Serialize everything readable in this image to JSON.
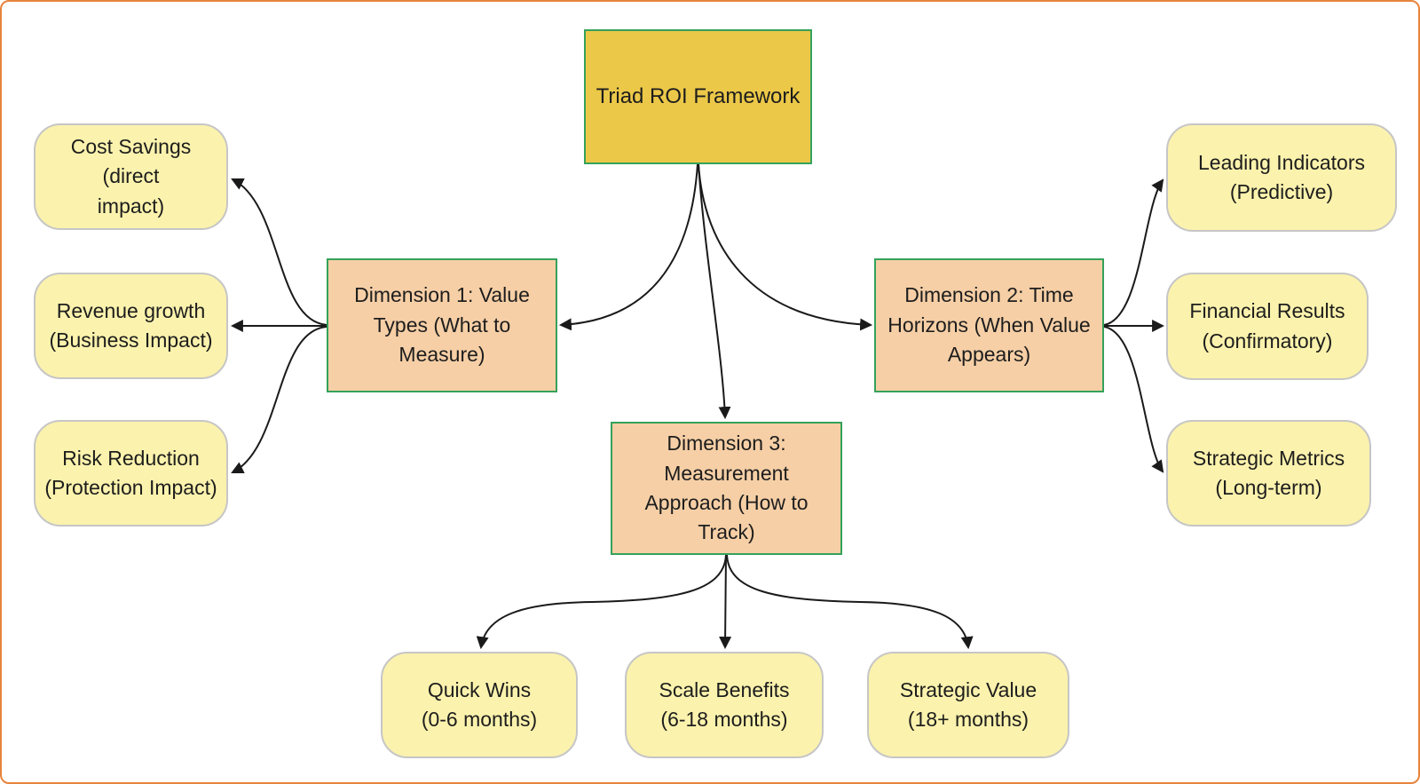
{
  "page": {
    "background": "#ffffff",
    "frame_border_color": "#e8843d"
  },
  "colors": {
    "root_fill": "#ecc849",
    "root_border": "#35a25a",
    "dimension_fill": "#f6cfa6",
    "dimension_border": "#35a25a",
    "leaf_fill": "#fbf2ad",
    "leaf_border": "#c6c6c6",
    "edge": "#1a1a1a",
    "text": "#1d1d1d"
  },
  "nodes": {
    "root": {
      "label": "Triad ROI Framework"
    },
    "dim1": {
      "label": "Dimension 1: Value\nTypes (What to\nMeasure)"
    },
    "dim2": {
      "label": "Dimension 2: Time\nHorizons (When Value\nAppears)"
    },
    "dim3": {
      "label": "Dimension 3:\nMeasurement\nApproach (How to\nTrack)"
    },
    "cost_savings": {
      "label": "Cost Savings (direct\nimpact)"
    },
    "revenue_growth": {
      "label": "Revenue growth\n(Business Impact)"
    },
    "risk_reduction": {
      "label": "Risk Reduction\n(Protection Impact)"
    },
    "leading_indicators": {
      "label": "Leading Indicators\n(Predictive)"
    },
    "financial_results": {
      "label": "Financial Results\n(Confirmatory)"
    },
    "strategic_metrics": {
      "label": "Strategic Metrics\n(Long-term)"
    },
    "quick_wins": {
      "label": "Quick Wins\n(0-6 months)"
    },
    "scale_benefits": {
      "label": "Scale Benefits\n(6-18 months)"
    },
    "strategic_value": {
      "label": "Strategic Value\n(18+ months)"
    }
  },
  "edges": [
    {
      "from": "root",
      "to": "dim1"
    },
    {
      "from": "root",
      "to": "dim2"
    },
    {
      "from": "root",
      "to": "dim3"
    },
    {
      "from": "dim1",
      "to": "cost_savings"
    },
    {
      "from": "dim1",
      "to": "revenue_growth"
    },
    {
      "from": "dim1",
      "to": "risk_reduction"
    },
    {
      "from": "dim2",
      "to": "leading_indicators"
    },
    {
      "from": "dim2",
      "to": "financial_results"
    },
    {
      "from": "dim2",
      "to": "strategic_metrics"
    },
    {
      "from": "dim3",
      "to": "quick_wins"
    },
    {
      "from": "dim3",
      "to": "scale_benefits"
    },
    {
      "from": "dim3",
      "to": "strategic_value"
    }
  ]
}
